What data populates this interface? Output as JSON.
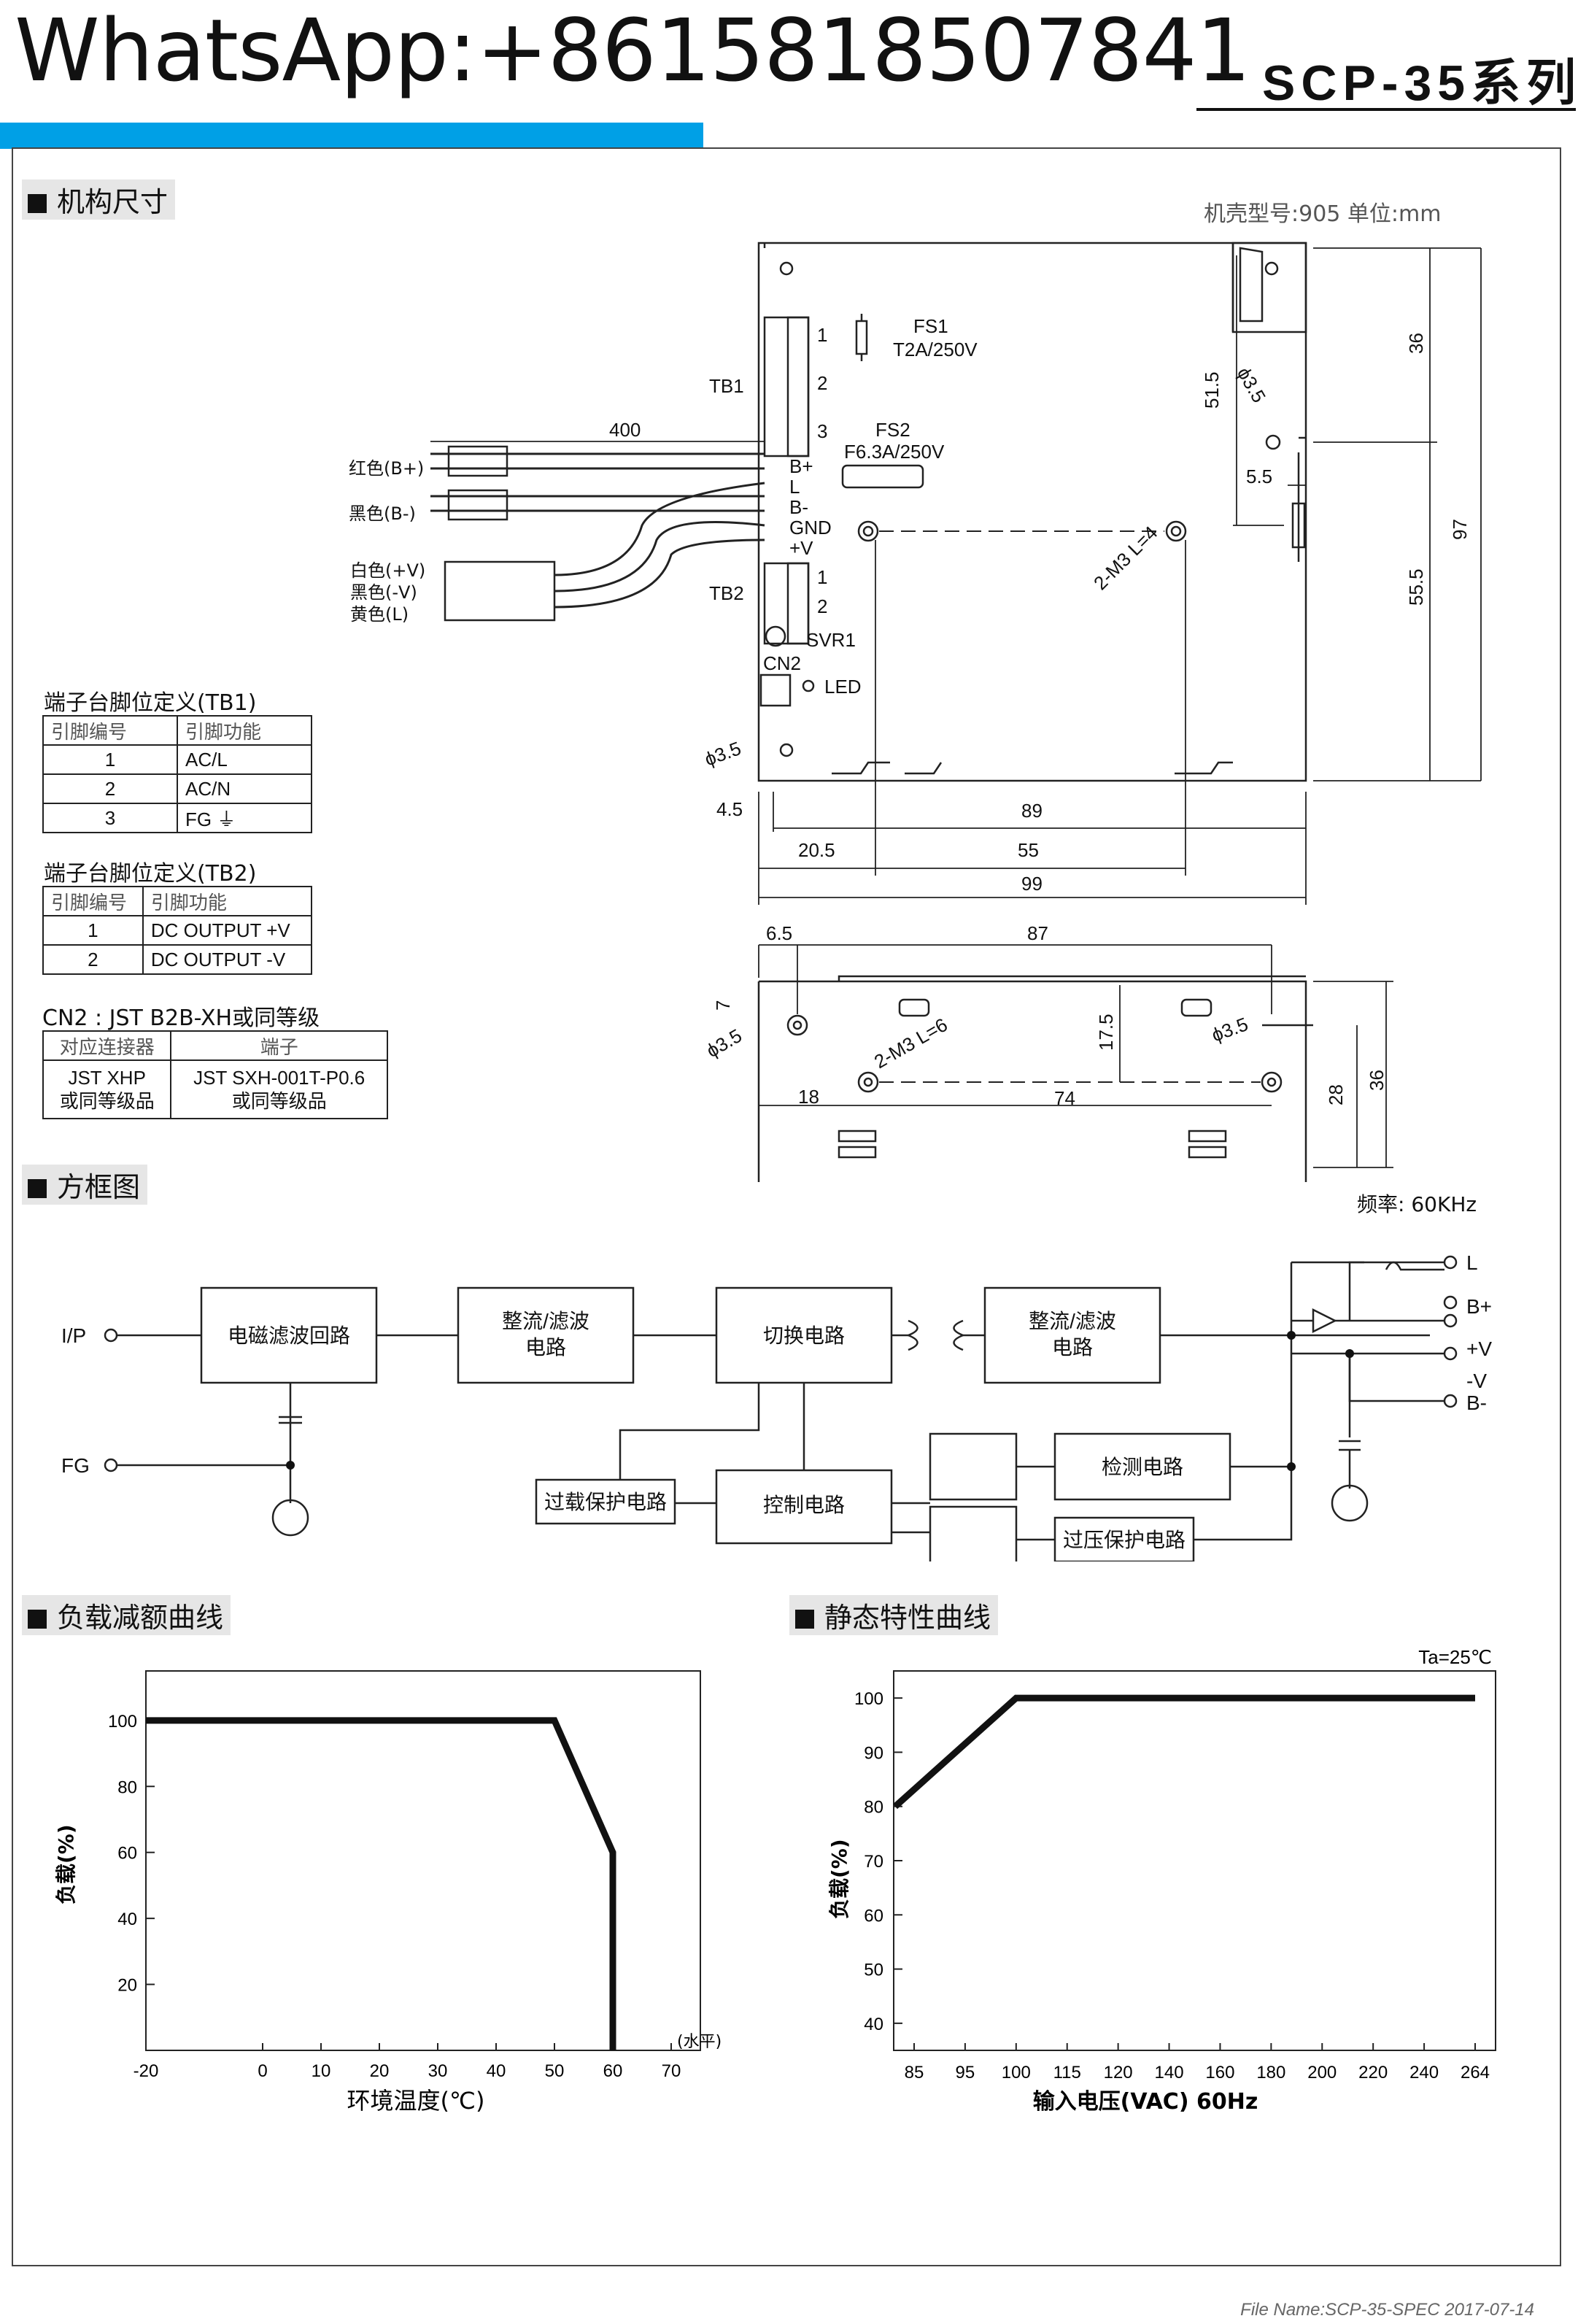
{
  "header": {
    "whatsapp": "WhatsApp:+8615818507841",
    "model": "SCP-35系列"
  },
  "colors": {
    "accent_bar": "#00a0e6"
  },
  "mechanical": {
    "title": "机构尺寸",
    "case_note": "机壳型号:905   单位:mm",
    "labels": {
      "tb1": "TB1",
      "tb2": "TB2",
      "fs1": "FS1",
      "fs1_rating": "T2A/250V",
      "fs2": "FS2",
      "fs2_rating": "F6.3A/250V",
      "svr1": "SVR1",
      "cn2": "CN2",
      "led": "LED",
      "len400": "400",
      "wire_red": "红色(B+)",
      "wire_black": "黑色(B-)",
      "wire_white": "白色(+V)",
      "wire_black2": "黑色(-V)",
      "wire_yellow": "黄色(L)",
      "pin1": "1",
      "pin2": "2",
      "pin3": "3",
      "term_bplus": "B+",
      "term_l": "L",
      "term_bminus": "B-",
      "term_gnd": "GND",
      "term_v": "+V",
      "hole": "ϕ3.5",
      "m3_top": "2-M3 L=4",
      "m3_side": "2-M3 L=6",
      "d36": "36",
      "d515": "51.5",
      "d55": "5.5",
      "d555": "55.5",
      "d97": "97",
      "d45": "4.5",
      "d89": "89",
      "d205": "20.5",
      "d55b": "55",
      "d99": "99",
      "d65": "6.5",
      "d87": "87",
      "d7": "7",
      "d175": "17.5",
      "d18": "18",
      "d74": "74",
      "d28": "28",
      "d36b": "36"
    },
    "tb1": {
      "title": "端子台脚位定义(TB1)",
      "headers": [
        "引脚编号",
        "引脚功能"
      ],
      "rows": [
        [
          "1",
          "AC/L"
        ],
        [
          "2",
          "AC/N"
        ],
        [
          "3",
          "FG ⏚"
        ]
      ]
    },
    "tb2": {
      "title": "端子台脚位定义(TB2)",
      "headers": [
        "引脚编号",
        "引脚功能"
      ],
      "rows": [
        [
          "1",
          "DC OUTPUT +V"
        ],
        [
          "2",
          "DC OUTPUT -V"
        ]
      ]
    },
    "cn2": {
      "title": "CN2 : JST B2B-XH或同等级",
      "headers": [
        "对应连接器",
        "端子"
      ],
      "row": [
        "JST XHP",
        "或同等级品",
        "JST SXH-001T-P0.6",
        "或同等级品"
      ]
    }
  },
  "block": {
    "title": "方框图",
    "freq": "频率: 60KHz",
    "ip": "I/P",
    "fg": "FG",
    "emi": "电磁滤波回路",
    "rect1a": "整流/滤波",
    "rect1b": "电路",
    "switch": "切换电路",
    "rect2a": "整流/滤波",
    "rect2b": "电路",
    "olp": "过载保护电路",
    "control": "控制电路",
    "detect": "检测电路",
    "ovp": "过压保护电路",
    "out_l": "L",
    "out_bplus": "B+",
    "out_v": "+V",
    "out_minusv": "-V",
    "out_bminus": "B-"
  },
  "derating": {
    "title": "负载减额曲线",
    "chart_data": {
      "type": "line",
      "x": [
        -20,
        50,
        60,
        60
      ],
      "y": [
        100,
        100,
        60,
        0
      ],
      "xlim": [
        -20,
        75
      ],
      "ylim": [
        0,
        115
      ],
      "xticks": [
        "-20",
        "0",
        "10",
        "20",
        "30",
        "40",
        "50",
        "60",
        "70"
      ],
      "yticks": [
        "20",
        "40",
        "60",
        "80",
        "100"
      ],
      "xunit": "(水平)",
      "ylabel": "负载(%)",
      "xlabel": "环境温度(℃)"
    }
  },
  "static": {
    "title": "静态特性曲线",
    "chart_data": {
      "type": "line",
      "categories": [
        "85",
        "95",
        "100",
        "115",
        "120",
        "140",
        "160",
        "180",
        "200",
        "220",
        "240",
        "264"
      ],
      "x": [
        "85",
        "100",
        "264"
      ],
      "y": [
        80,
        100,
        100
      ],
      "ylim": [
        35,
        105
      ],
      "yticks": [
        "40",
        "50",
        "60",
        "70",
        "80",
        "90",
        "100"
      ],
      "annotation": "Ta=25℃",
      "ylabel": "负载(%)",
      "xlabel": "输入电压(VAC) 60Hz"
    }
  },
  "footer": "File Name:SCP-35-SPEC   2017-07-14"
}
